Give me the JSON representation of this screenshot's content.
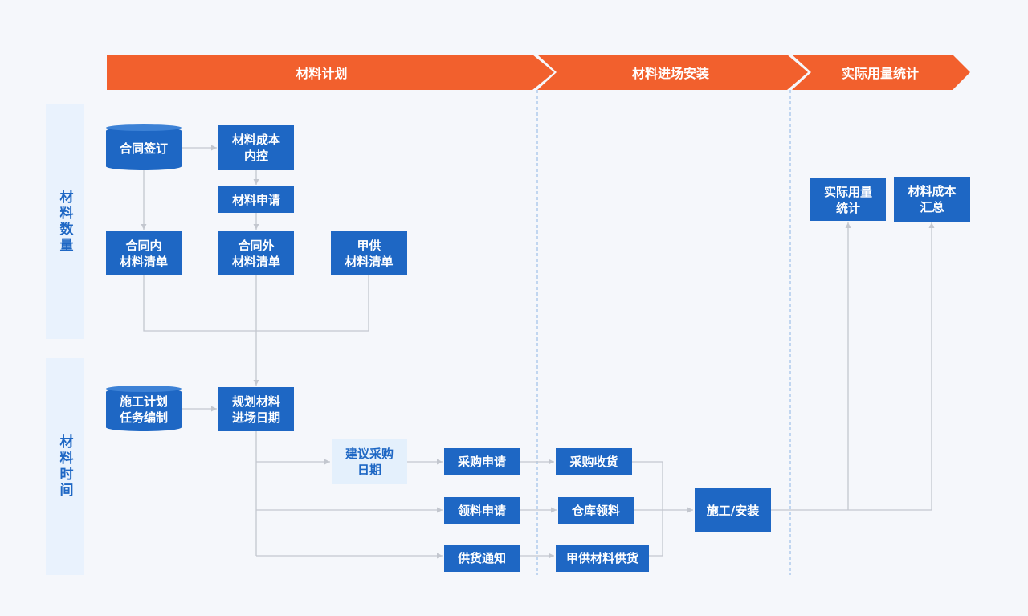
{
  "phases": [
    "材料计划",
    "材料进场安装",
    "实际用量统计"
  ],
  "lanes": [
    "材料数量",
    "材料时间"
  ],
  "nodes": {
    "contract_sign": "合同签订",
    "cost_control": "材料成本\n内控",
    "material_apply": "材料申请",
    "in_contract_list": "合同内\n材料清单",
    "out_contract_list": "合同外\n材料清单",
    "owner_supply_list": "甲供\n材料清单",
    "construction_plan": "施工计划\n任务编制",
    "entry_date": "规划材料\n进场日期",
    "suggest_purchase_date": "建议采购\n日期",
    "purchase_apply": "采购申请",
    "pick_apply": "领料申请",
    "supply_notice": "供货通知",
    "purchase_receive": "采购收货",
    "warehouse_pick": "仓库领料",
    "owner_supply_delivery": "甲供材料供货",
    "construction_install": "施工/安装",
    "actual_usage_stats": "实际用量\n统计",
    "cost_summary": "材料成本\n汇总"
  },
  "colors": {
    "phase_bar": "#f2602d",
    "node": "#1e67c4",
    "node_light": "#e4f0fc",
    "lane_bg": "#e9f2fd",
    "connector": "#c3c7cf",
    "divider": "#8db6e4"
  }
}
